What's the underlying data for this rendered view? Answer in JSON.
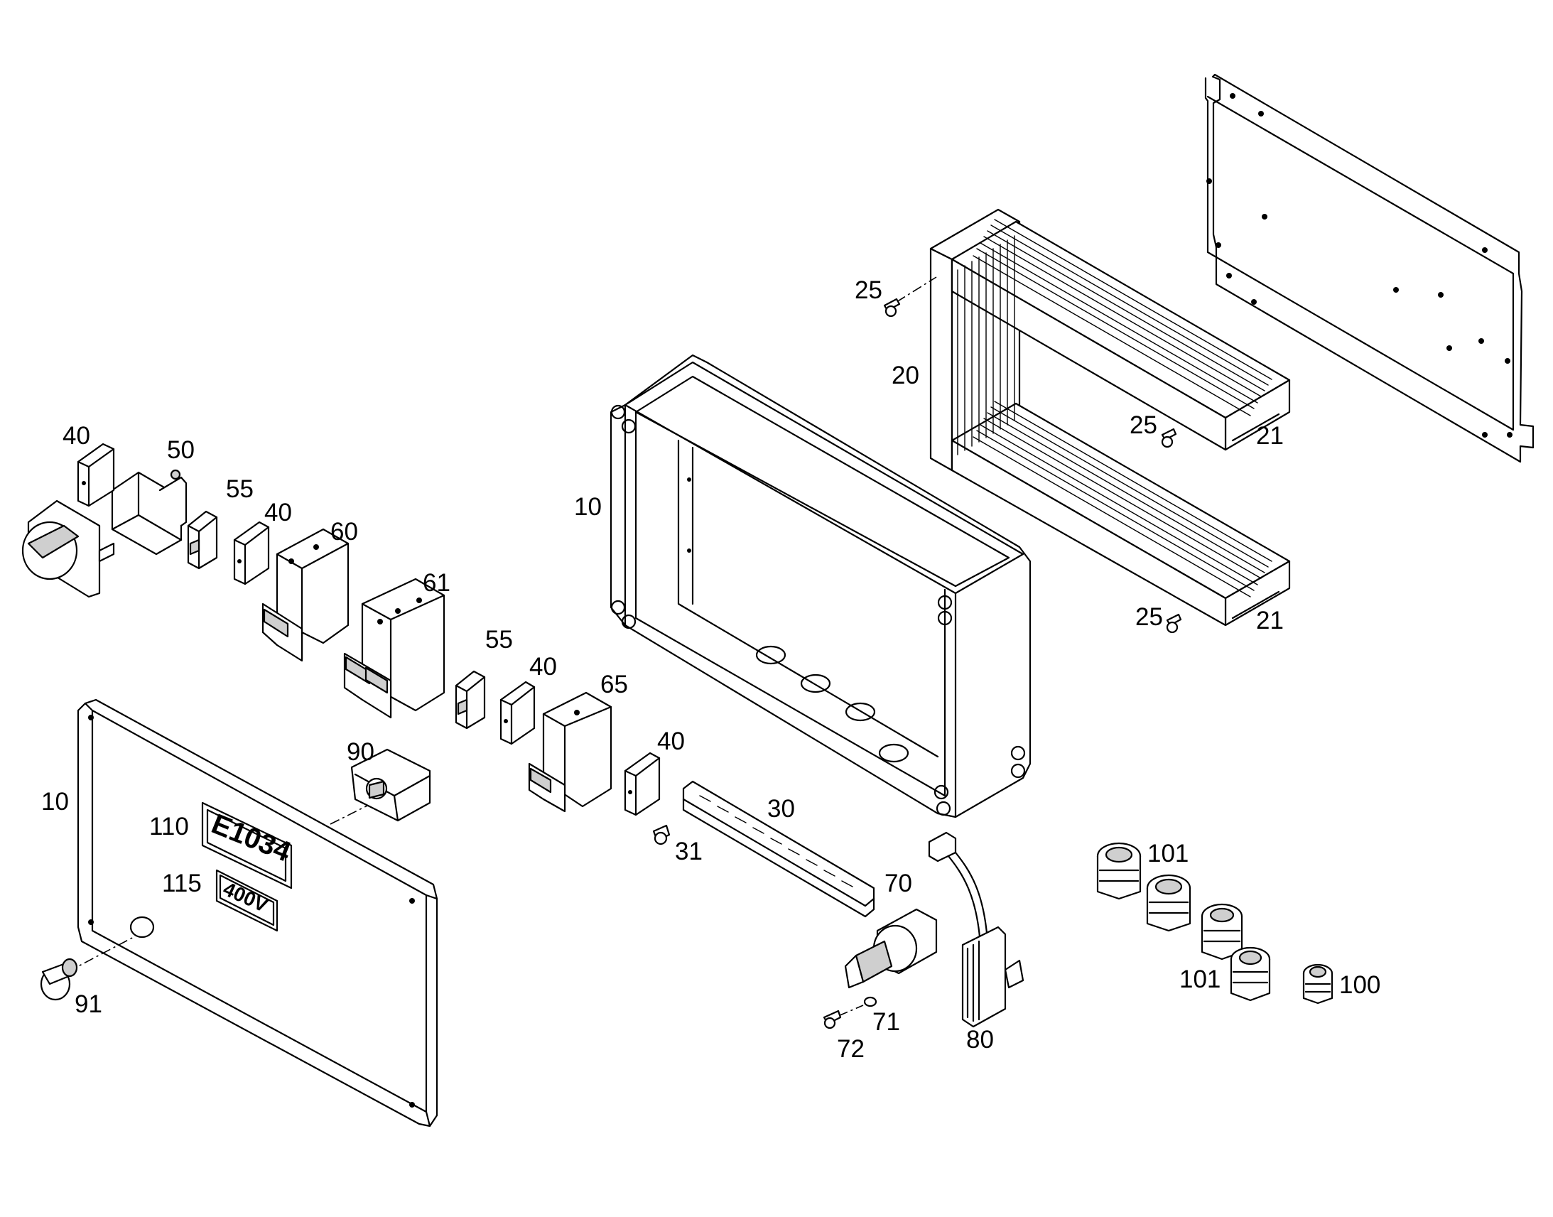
{
  "diagram": {
    "labels": {
      "housing_10": "10",
      "cover_10": "10",
      "duct_frame_20": "20",
      "duct_21_upper": "21",
      "duct_21_lower": "21",
      "screw_25_top": "25",
      "screw_25_mid": "25",
      "screw_25_low": "25",
      "rail_30": "30",
      "screw_31": "31",
      "end_40_a": "40",
      "end_40_b": "40",
      "end_40_c": "40",
      "end_40_d": "40",
      "switch_50": "50",
      "clamp_55_a": "55",
      "clamp_55_b": "55",
      "breaker_60": "60",
      "breaker_61": "61",
      "breaker_65": "65",
      "socket_70": "70",
      "washer_71": "71",
      "screw_72": "72",
      "resistor_80": "80",
      "contact_90": "90",
      "button_91": "91",
      "gland_100": "100",
      "gland_101_a": "101",
      "gland_101_b": "101",
      "plate_110": "110",
      "plate_115": "115"
    },
    "plate_texts": {
      "code_plate": "E1034",
      "voltage_plate": "400V"
    }
  }
}
